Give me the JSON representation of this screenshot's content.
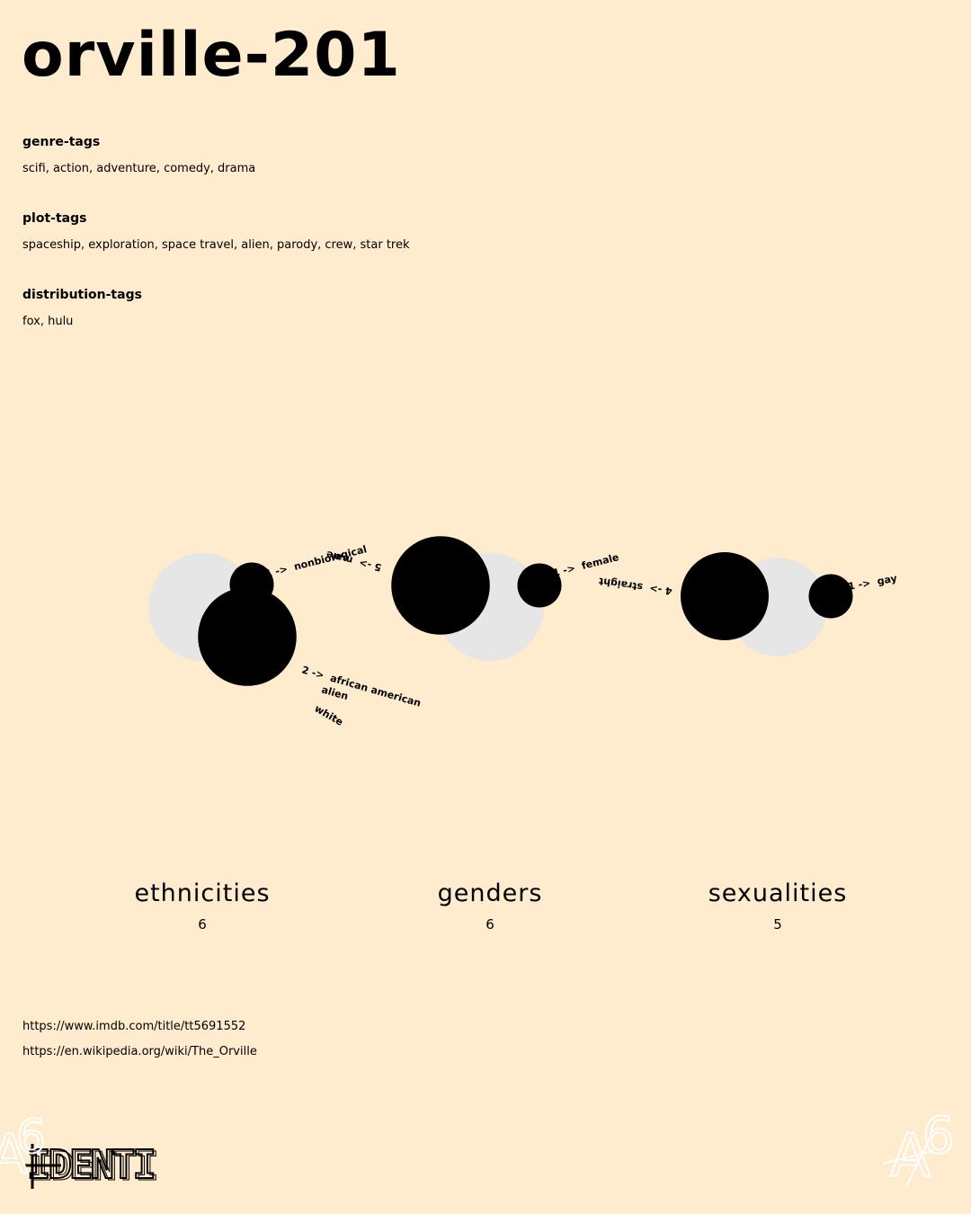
{
  "title": "orville-201",
  "tags": [
    {
      "heading": "genre-tags",
      "values": "scifi, action, adventure, comedy, drama"
    },
    {
      "heading": "plot-tags",
      "values": "spaceship, exploration, space travel, alien, parody, crew, star trek"
    },
    {
      "heading": "distribution-tags",
      "values": "fox, hulu"
    }
  ],
  "categories": [
    {
      "label": "ethnicities",
      "count": "6",
      "circles": [
        {
          "kind": "total",
          "value": 6
        },
        {
          "kind": "group",
          "value": 5,
          "labels": [
            "2 ->  african american",
            "alien",
            "white"
          ]
        },
        {
          "kind": "group",
          "value": 1,
          "labels": [
            "1 ->  nonbiological"
          ]
        }
      ]
    },
    {
      "label": "genders",
      "count": "6",
      "circles": [
        {
          "kind": "total",
          "value": 6
        },
        {
          "kind": "group",
          "value": 5,
          "labels": [
            "5 ->  male"
          ]
        },
        {
          "kind": "group",
          "value": 1,
          "labels": [
            "1 ->  female"
          ]
        }
      ]
    },
    {
      "label": "sexualities",
      "count": "5",
      "circles": [
        {
          "kind": "total",
          "value": 5
        },
        {
          "kind": "group",
          "value": 4,
          "labels": [
            "4 ->  straight"
          ]
        },
        {
          "kind": "group",
          "value": 1,
          "labels": [
            "1 ->  gay"
          ]
        }
      ]
    }
  ],
  "links": [
    "https://www.imdb.com/title/tt5691552",
    "https://en.wikipedia.org/wiki/The_Orville"
  ],
  "logo_text": "IDENTI",
  "corner_mark_text": "A6",
  "colors": {
    "background": "#ffebcd",
    "total_circle": "#e6e6e6",
    "group_circle": "#000000"
  }
}
